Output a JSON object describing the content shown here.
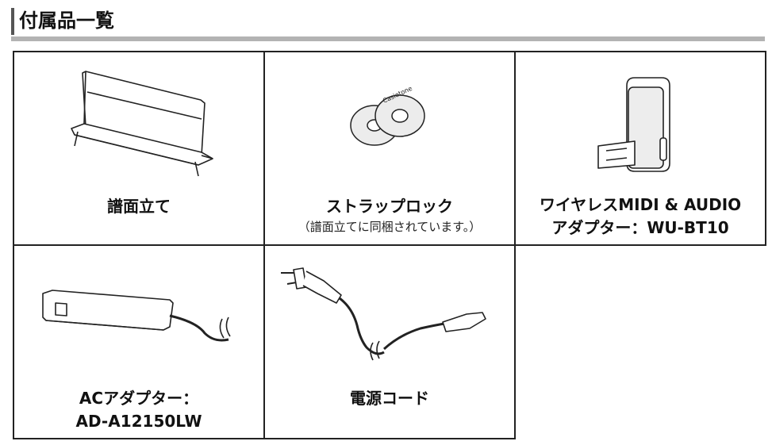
{
  "section": {
    "title": "付属品一覧"
  },
  "items": [
    {
      "label": "譜面立て"
    },
    {
      "label": "ストラップロック",
      "note": "（譜面立てに同梱されています。）",
      "disc_text": "Casiotone"
    },
    {
      "label_line1": "ワイヤレスMIDI & AUDIO",
      "label_line2": "アダプター：WU-BT10"
    },
    {
      "label_line1": "ACアダプター：",
      "label_line2": "AD-A12150LW"
    },
    {
      "label": "電源コード"
    }
  ]
}
